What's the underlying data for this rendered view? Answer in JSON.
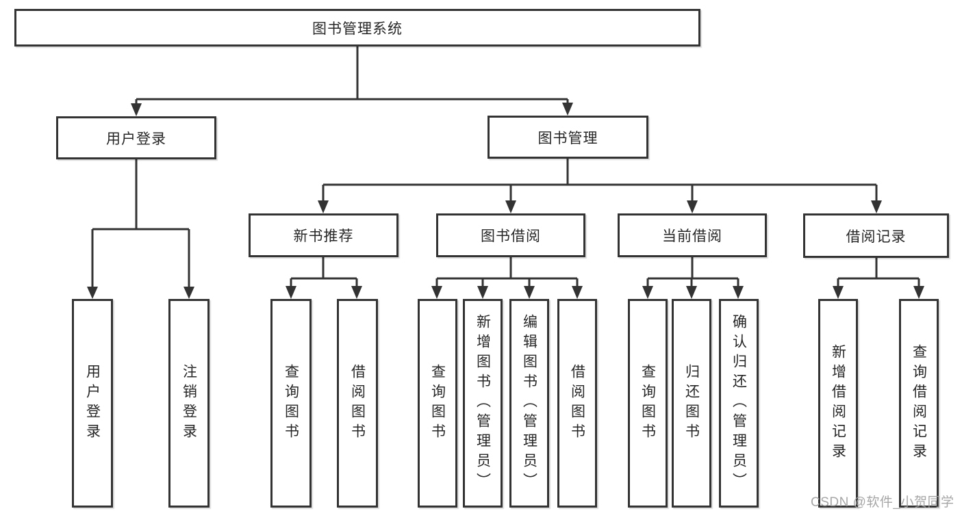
{
  "diagram": {
    "title": "图书管理系统",
    "groups": [
      {
        "label": "用户登录",
        "leaves": [
          "用户登录",
          "注销登录"
        ]
      },
      {
        "label": "图书管理",
        "sections": [
          {
            "label": "新书推荐",
            "leaves": [
              "查询图书",
              "借阅图书"
            ]
          },
          {
            "label": "图书借阅",
            "leaves": [
              "查询图书",
              "新增图书（管理员）",
              "编辑图书（管理员）",
              "借阅图书"
            ]
          },
          {
            "label": "当前借阅",
            "leaves": [
              "查询图书",
              "归还图书",
              "确认归还（管理员）"
            ]
          },
          {
            "label": "借阅记录",
            "leaves": [
              "新增借阅记录",
              "查询借阅记录"
            ]
          }
        ]
      }
    ]
  },
  "watermark": {
    "text": "CSDN @软件_小贺同学",
    "color": "#9e9e9e"
  },
  "colors": {
    "line": "#333333",
    "text": "#262626",
    "background": "#ffffff"
  }
}
